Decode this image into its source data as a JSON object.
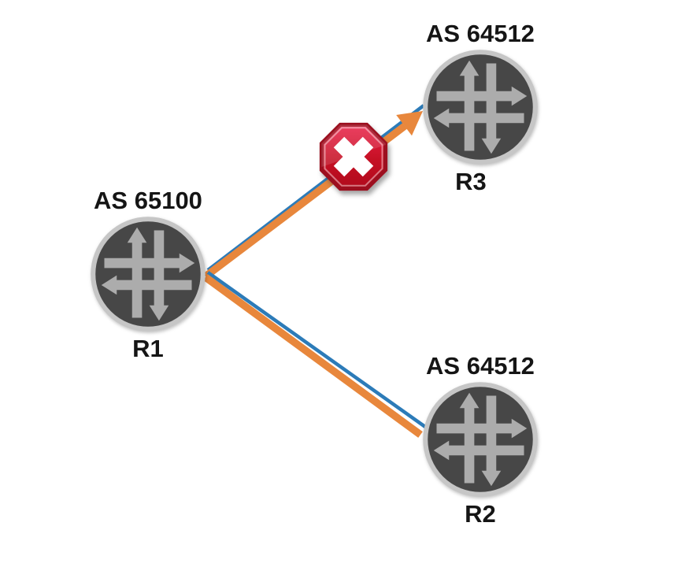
{
  "diagram": {
    "type": "network-topology",
    "background": "#ffffff",
    "nodes": [
      {
        "id": "r1",
        "name": "R1",
        "as_label": "AS 65100",
        "icon": "router-icon"
      },
      {
        "id": "r3",
        "name": "R3",
        "as_label": "AS 64512",
        "icon": "router-icon"
      },
      {
        "id": "r2",
        "name": "R2",
        "as_label": "AS 64512",
        "icon": "router-icon"
      }
    ],
    "links": [
      {
        "from": "R1",
        "to": "R3",
        "status": "blocked",
        "has_arrowhead": true,
        "badge": "blocked-x-icon"
      },
      {
        "from": "R1",
        "to": "R2",
        "status": "active",
        "has_arrowhead": false
      }
    ],
    "colors": {
      "session_blue": "#2C7BB8",
      "path_orange": "#E8873C",
      "router_body": "#474747",
      "router_ring": "#C6C6C6",
      "router_arrows": "#ACACAC",
      "blocked_red_top": "#EA2148",
      "blocked_red_bottom": "#B00A1C",
      "blocked_border": "#9C0F1F",
      "blocked_x": "#FFFFFF",
      "label_text": "#151515"
    }
  }
}
